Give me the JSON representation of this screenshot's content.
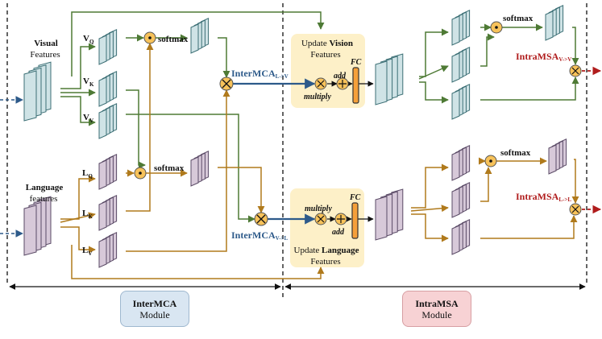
{
  "inputs": {
    "visual": {
      "line1": "Visual",
      "line2": "Features"
    },
    "language": {
      "line1": "Language",
      "line2": "features"
    }
  },
  "projections": {
    "vq": "V",
    "vq_sub": "Q",
    "vk": "V",
    "vk_sub": "K",
    "vv": "V",
    "vv_sub": "V",
    "lq": "L",
    "lq_sub": "Q",
    "lk": "L",
    "lk_sub": "K",
    "lv": "L",
    "lv_sub": "V"
  },
  "ops": {
    "softmax": "softmax",
    "add": "add",
    "multiply": "multiply",
    "fc": "FC"
  },
  "inter_labels": {
    "l2v": "InterMCA",
    "l2v_sub": "L->V",
    "v2l": "InterMCA",
    "v2l_sub": "V->L"
  },
  "intra_labels": {
    "v2v": "IntraMSA",
    "v2v_sub": "V->V",
    "l2l": "IntraMSA",
    "l2l_sub": "L->L"
  },
  "update": {
    "vision_pre": "Update ",
    "vision_bold": "Vision",
    "vision_line2": "Features",
    "language_pre": "Update ",
    "language_bold": "Language",
    "language_line2": "Features"
  },
  "modules": {
    "inter": {
      "name": "InterMCA",
      "kind": "Module"
    },
    "intra": {
      "name": "IntraMSA",
      "kind": "Module"
    }
  },
  "colors": {
    "visual_fill": "#cfe3e6",
    "visual_stroke": "#3c6f75",
    "language_fill": "#d7c9d9",
    "language_stroke": "#5a4a66",
    "blue_arrow": "#2d5a8a",
    "green_arrow": "#4e7a35",
    "orange_arrow": "#b07a1c",
    "update_box": "#fdf0c8",
    "inter_module": "#d9e6f2",
    "intra_module": "#f7d2d4",
    "red_label": "#b01c1c"
  }
}
